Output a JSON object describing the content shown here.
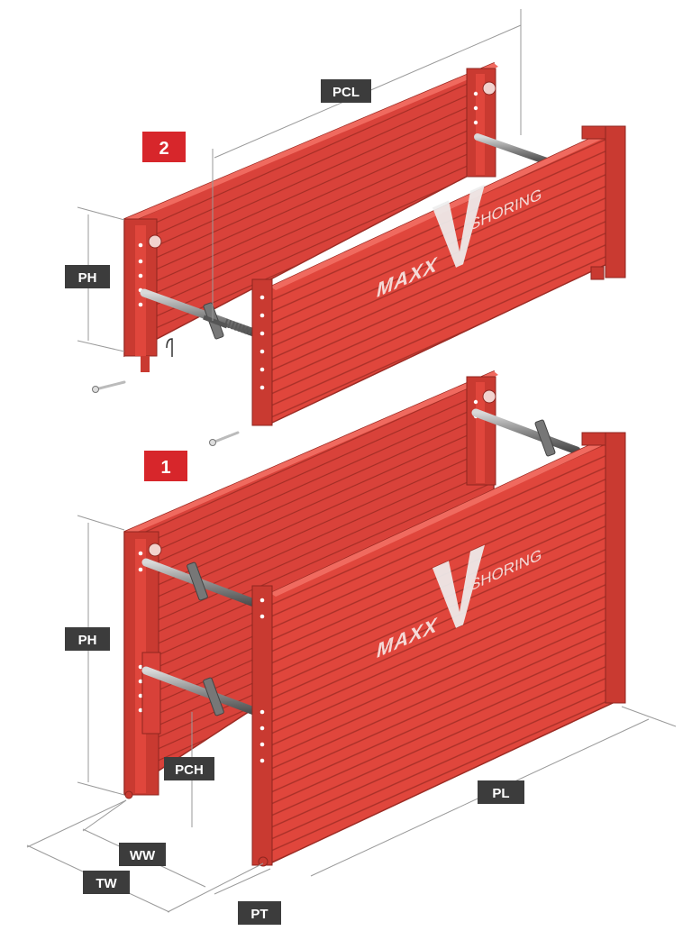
{
  "brand": {
    "name": "MAXX",
    "sub": "SHORING"
  },
  "steps": {
    "upper": "2",
    "lower": "1"
  },
  "labels": {
    "pcl": "PCL",
    "ph_upper": "PH",
    "ph_lower": "PH",
    "pch": "PCH",
    "ww": "WW",
    "tw": "TW",
    "pl": "PL",
    "pt": "PT"
  },
  "colors": {
    "panel_red": "#e0463c",
    "panel_dark": "#b8322a",
    "label_bg": "#3c3c3c",
    "step_bg": "#d7262b",
    "dim_line": "#9a9a9a"
  }
}
